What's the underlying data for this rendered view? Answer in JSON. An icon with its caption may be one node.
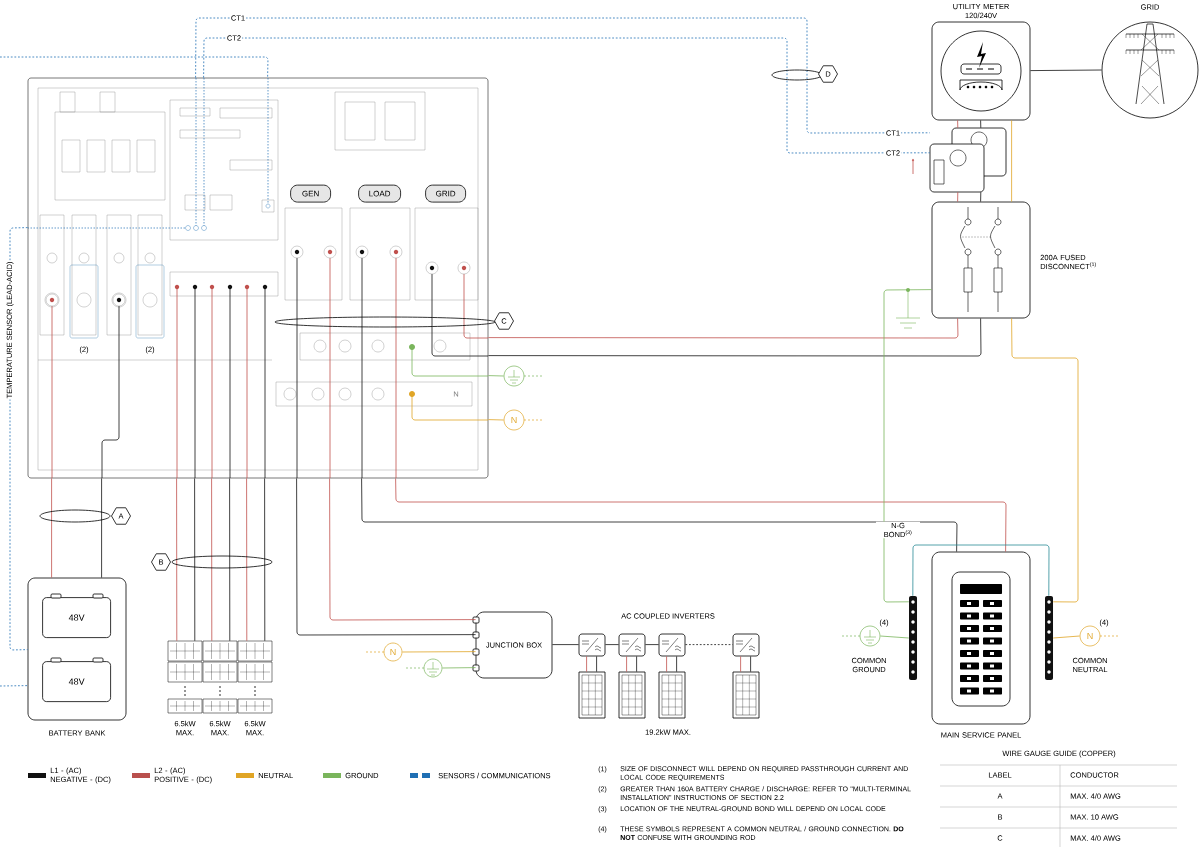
{
  "diagram": {
    "nodes": [
      {
        "text": [],
        "shape": "box"
      },
      {
        "text": [
          "GEN"
        ],
        "in": 0
      },
      {
        "text": [
          "LOAD"
        ],
        "in": 0
      },
      {
        "text": [
          "GRID"
        ],
        "in": 0
      },
      {
        "text": [],
        "shape": "circle"
      },
      {
        "text": [
          "N"
        ]
      },
      {
        "text": [
          "BATTERY BANK"
        ]
      },
      {
        "text": [
          "48V"
        ],
        "in": 6
      },
      {
        "text": [
          "48V"
        ],
        "in": 6
      },
      {
        "text": [],
        "shape": "picture",
        "beside": [
          "6.5kW MAX."
        ]
      },
      {
        "text": [],
        "shape": "picture",
        "beside": [
          "6.5kW MAX."
        ]
      },
      {
        "text": [],
        "shape": "picture",
        "beside": [
          "6.5kW MAX."
        ]
      },
      {
        "text": [
          "JUNCTION BOX"
        ]
      },
      {
        "text": [
          "N"
        ]
      },
      {
        "text": [],
        "shape": "circle"
      },
      {
        "text": [],
        "shape": "box"
      },
      {
        "text": [],
        "shape": "box"
      },
      {
        "text": [],
        "shape": "box"
      },
      {
        "text": [],
        "shape": "box"
      },
      {
        "text": [],
        "shape": "picture"
      },
      {
        "text": [],
        "shape": "picture"
      },
      {
        "text": [],
        "shape": "picture"
      },
      {
        "text": [],
        "shape": "picture"
      },
      {
        "text": [
          "UTILITY METER 120/240V"
        ]
      },
      {
        "text": [
          "GRID"
        ]
      },
      {
        "text": [],
        "shape": "picture"
      },
      {
        "text": [],
        "shape": "box",
        "beside": [
          "200A FUSED DISCONNECT$^{(1)}$"
        ]
      },
      {
        "text": [
          "MAIN SERVICE PANEL"
        ]
      },
      {
        "text": [],
        "shape": "bar"
      },
      {
        "text": [],
        "shape": "bar"
      },
      {
        "text": [],
        "shape": "circle",
        "beside": [
          "(4)",
          "COMMON GROUND"
        ]
      },
      {
        "text": [
          "N"
        ],
        "beside": [
          "(4)",
          "COMMON NEUTRAL"
        ]
      }
    ],
    "edges": [
      {
        "from": 0,
        "to": 6,
        "arrow": "none",
        "color": "#c0504d"
      },
      {
        "from": 0,
        "to": 6,
        "arrow": "none"
      },
      {
        "from": 0,
        "to": 9,
        "arrow": "none",
        "color": "#c0504d"
      },
      {
        "from": 0,
        "to": 9,
        "arrow": "none"
      },
      {
        "from": 0,
        "to": 10,
        "arrow": "none",
        "color": "#c0504d"
      },
      {
        "from": 0,
        "to": 10,
        "arrow": "none"
      },
      {
        "from": 0,
        "to": 11,
        "arrow": "none",
        "color": "#c0504d"
      },
      {
        "from": 0,
        "to": 11,
        "arrow": "none"
      },
      {
        "from": 0,
        "to": 12,
        "arrow": "none",
        "color": "#c0504d"
      },
      {
        "from": 0,
        "to": 12,
        "arrow": "none"
      },
      {
        "from": 0,
        "to": 27,
        "arrow": "none",
        "color": "#c0504d"
      },
      {
        "from": 0,
        "to": 27,
        "arrow": "none"
      },
      {
        "from": 0,
        "to": 26,
        "arrow": "none",
        "color": "#c0504d"
      },
      {
        "from": 0,
        "to": 26,
        "arrow": "none"
      },
      {
        "from": 0,
        "to": 4,
        "arrow": "none",
        "color": "#7ab55c"
      },
      {
        "from": 0,
        "to": 5,
        "arrow": "none",
        "color": "#e0a526"
      },
      {
        "from": 13,
        "to": 12,
        "arrow": "none",
        "color": "#e0a526"
      },
      {
        "from": 14,
        "to": 12,
        "arrow": "none",
        "color": "#7ab55c"
      },
      {
        "from": 12,
        "to": 15,
        "arrow": "none"
      },
      {
        "from": 15,
        "to": 16,
        "arrow": "none"
      },
      {
        "from": 16,
        "to": 17,
        "arrow": "none"
      },
      {
        "from": 17,
        "to": 18,
        "arrow": "none",
        "style": "dashed"
      },
      {
        "from": 15,
        "to": 19,
        "arrow": "none",
        "color": "#c0504d"
      },
      {
        "from": 15,
        "to": 19,
        "arrow": "none"
      },
      {
        "from": 16,
        "to": 20,
        "arrow": "none",
        "color": "#c0504d"
      },
      {
        "from": 16,
        "to": 20,
        "arrow": "none"
      },
      {
        "from": 17,
        "to": 21,
        "arrow": "none",
        "color": "#c0504d"
      },
      {
        "from": 17,
        "to": 21,
        "arrow": "none"
      },
      {
        "from": 18,
        "to": 22,
        "arrow": "none",
        "color": "#c0504d"
      },
      {
        "from": 18,
        "to": 22,
        "arrow": "none"
      },
      {
        "from": 23,
        "to": 24,
        "arrow": "none"
      },
      {
        "from": 23,
        "to": 25,
        "arrow": "none",
        "color": "#c0504d"
      },
      {
        "from": 23,
        "to": 25,
        "arrow": "none"
      },
      {
        "from": 25,
        "to": 26,
        "arrow": "none",
        "color": "#c0504d"
      },
      {
        "from": 25,
        "to": 26,
        "arrow": "none"
      },
      {
        "from": 23,
        "to": 26,
        "arrow": "none",
        "color": "#e0a526"
      },
      {
        "from": 26,
        "to": 28,
        "arrow": "none",
        "color": "#7ab55c"
      },
      {
        "from": 26,
        "to": 29,
        "arrow": "none",
        "color": "#e0a526"
      },
      {
        "from": 28,
        "to": 29,
        "arrow": "none",
        "color": "#2a8a96",
        "label": "N-G BOND$^{(3)}$"
      },
      {
        "from": 30,
        "to": 28,
        "arrow": "none",
        "color": "#7ab55c"
      },
      {
        "from": 29,
        "to": 31,
        "arrow": "none",
        "color": "#e0a526"
      },
      {
        "from": 0,
        "to": 25,
        "arrow": "none",
        "style": "dashed",
        "color": "#1f6fb4",
        "label": "CT1"
      },
      {
        "from": 0,
        "to": 25,
        "arrow": "none",
        "style": "dashed",
        "color": "#1f6fb4",
        "label": "CT2"
      },
      {
        "from": 0,
        "to": 6,
        "arrow": "none",
        "style": "dashed",
        "color": "#1f6fb4",
        "label": "TEMPERATURE SENSOR (LEAD-ACID)"
      },
      {
        "from": null,
        "to": 0,
        "arrow": "none",
        "style": "dashed",
        "color": "#1f6fb4"
      },
      {
        "from": null,
        "to": 6,
        "arrow": "none",
        "style": "dashed",
        "color": "#1f6fb4"
      }
    ],
    "labels": [
      "CT1",
      "CT2",
      "D",
      "(2)",
      "(2)",
      "C",
      "N",
      "A",
      "B",
      "AC COUPLED INVERTERS",
      "19.2kW MAX.",
      "(1)",
      "SIZE OF DISCONNECT WILL DEPEND ON REQUIRED PASSTHROUGH CURRENT AND LOCAL CODE REQUIREMENTS",
      "(2)",
      "GREATER THAN 160A BATTERY CHARGE / DISCHARGE: REFER TO \"MULTI-TERMINAL INSTALLATION\" INSTRUCTIONS OF SECTION 2.2",
      "(3)",
      "LOCATION OF THE NEUTRAL-GROUND BOND WILL DEPEND ON LOCAL CODE",
      "(4)",
      "THESE SYMBOLS REPRESENT A COMMON NEUTRAL / GROUND CONNECTION. **DO NOT** CONFUSE WITH GROUNDING ROD",
      "WIRE GAUGE GUIDE (COPPER)",
      "LABEL",
      "CONDUCTOR",
      "A",
      "MAX. 4/0 AWG",
      "B",
      "MAX. 10 AWG",
      "C",
      "MAX. 4/0 AWG"
    ],
    "legend": [
      {
        "text": "L1 - (AC) NEGATIVE - (DC)",
        "color": "#111111"
      },
      {
        "text": "L2 - (AC) POSITIVE - (DC)",
        "color": "#b9504d"
      },
      {
        "text": "NEUTRAL",
        "color": "#e0a526"
      },
      {
        "text": "GROUND",
        "color": "#7ab55c"
      },
      {
        "text": "SENSORS / COMMUNICATIONS",
        "color": "#1f6fb4"
      }
    ]
  }
}
